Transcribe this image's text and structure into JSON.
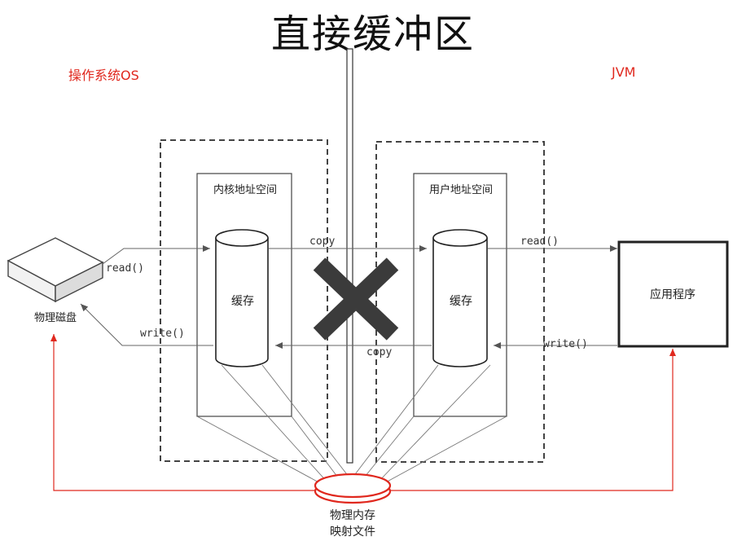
{
  "title": "直接缓冲区",
  "labels": {
    "os": "操作系统OS",
    "jvm": "JVM",
    "kernel_space": "内核地址空间",
    "user_space": "用户地址空间",
    "kernel_cache": "缓存",
    "user_cache": "缓存",
    "disk": "物理磁盘",
    "app": "应用程序",
    "mapped_line1": "物理内存",
    "mapped_line2": "映射文件"
  },
  "arrows": {
    "disk_read": "read()",
    "disk_write": "write()",
    "copy_top": "copy",
    "copy_bottom": "copy",
    "app_read": "read()",
    "app_write": "write()"
  },
  "colors": {
    "accent_red": "#e0281e",
    "line": "#7a7a7a",
    "dark": "#333333",
    "cross": "#3b3b3b"
  },
  "icons": {
    "cross": "cross-icon"
  }
}
